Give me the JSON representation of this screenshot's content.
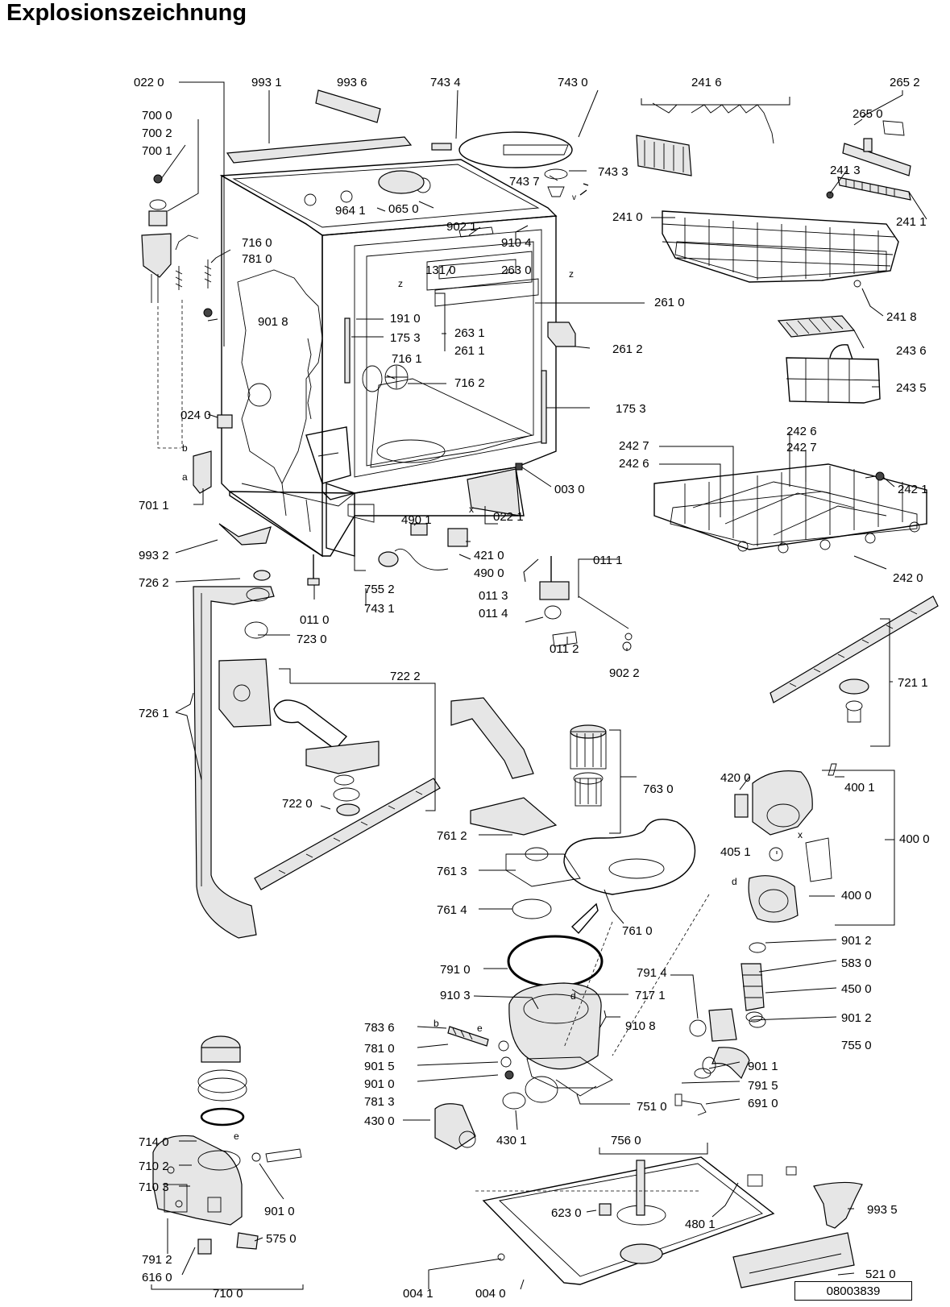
{
  "title": "Explosionszeichnung",
  "document_number": "08003839",
  "labels": {
    "l_0220": "022 0",
    "l_9931": "993 1",
    "l_9936": "993 6",
    "l_7434": "743 4",
    "l_7430": "743 0",
    "l_2416": "241 6",
    "l_2652": "265 2",
    "l_2650": "265 0",
    "l_7000": "700 0",
    "l_7002": "700 2",
    "l_7001": "700 1",
    "l_7437": "743 7",
    "l_7433": "743 3",
    "l_2413": "241 3",
    "l_9641": "964 1",
    "l_0650": "065 0",
    "l_2410": "241 0",
    "l_2411": "241 1",
    "l_9021": "902 1",
    "l_7160": "716 0",
    "l_7810": "781 0",
    "l_9104": "910 4",
    "l_1310": "131 0",
    "l_2630": "263 0",
    "l_2610": "261 0",
    "l_2418": "241 8",
    "l_9018": "901 8",
    "l_1910": "191 0",
    "l_1753a": "175 3",
    "l_2631": "263 1",
    "l_2611": "261 1",
    "l_2612": "261 2",
    "l_2436": "243 6",
    "l_7161": "716 1",
    "l_7162": "716 2",
    "l_2435": "243 5",
    "l_1753b": "175 3",
    "l_0240": "024 0",
    "l_2427a": "242 7",
    "l_2426a": "242 6",
    "l_2426b": "242 6",
    "l_2427b": "242 7",
    "l_7011": "701 1",
    "l_0030": "003 0",
    "l_2421": "242 1",
    "l_4901": "490 1",
    "l_0221": "022 1",
    "l_4210": "421 0",
    "l_4900": "490 0",
    "l_0111": "011 1",
    "l_9932": "993 2",
    "l_2420": "242 0",
    "l_7262": "726 2",
    "l_7552": "755 2",
    "l_0113": "011 3",
    "l_0110": "011 0",
    "l_7431": "743 1",
    "l_0114": "011 4",
    "l_7230": "723 0",
    "l_0112": "011 2",
    "l_9022": "902 2",
    "l_7222": "722 2",
    "l_7211": "721 1",
    "l_7261": "726 1",
    "l_7630": "763 0",
    "l_4200": "420 0",
    "l_4001": "400 1",
    "l_7220": "722 0",
    "l_7612": "761 2",
    "l_4000a": "400 0",
    "l_4051": "405 1",
    "l_7613": "761 3",
    "l_4000b": "400 0",
    "l_7614": "761 4",
    "l_7610": "761 0",
    "l_9012a": "901 2",
    "l_7910": "791 0",
    "l_7914": "791 4",
    "l_5830": "583 0",
    "l_9103": "910 3",
    "l_4500": "450 0",
    "l_7171": "717 1",
    "l_7836": "783 6",
    "l_9108": "910 8",
    "l_9012b": "901 2",
    "l_7810b": "781 0",
    "l_7550": "755 0",
    "l_9015": "901 5",
    "l_9011": "901 1",
    "l_9010a": "901 0",
    "l_7915": "791 5",
    "l_7813": "781 3",
    "l_7510": "751 0",
    "l_6910": "691 0",
    "l_4300": "430 0",
    "l_4301": "430 1",
    "l_7140": "714 0",
    "l_7102": "710 2",
    "l_7560": "756 0",
    "l_7103": "710 3",
    "l_9935": "993 5",
    "l_4801": "480 1",
    "l_9010b": "901 0",
    "l_6230": "623 0",
    "l_7912": "791 2",
    "l_5750": "575 0",
    "l_6160": "616 0",
    "l_5210": "521 0",
    "l_7100": "710 0",
    "l_0041": "004 1",
    "l_0040": "004 0"
  },
  "letters": {
    "z1": "z",
    "z2": "z",
    "x1": "x",
    "x2": "x",
    "a": "a",
    "b1": "b",
    "b2": "b",
    "d1": "d",
    "d2": "d",
    "e1": "e",
    "e2": "e",
    "v": "v"
  }
}
